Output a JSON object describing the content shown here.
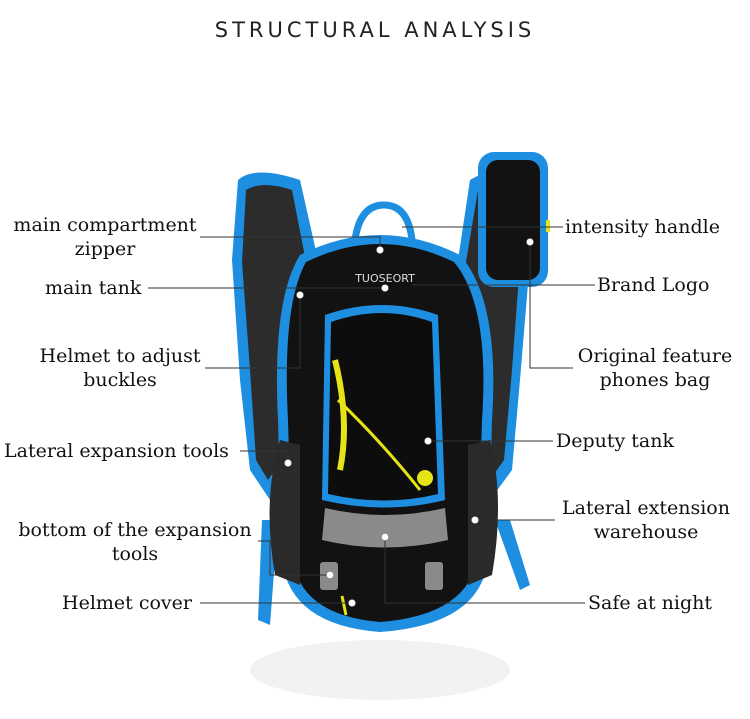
{
  "title": "STRUCTURAL ANALYSIS",
  "labels": {
    "main_compartment_zipper": [
      "main compartment",
      "zipper"
    ],
    "main_tank": "main tank",
    "helmet_buckles": [
      "Helmet to adjust",
      "buckles"
    ],
    "lateral_expansion_tools": "Lateral expansion tools",
    "bottom_expansion_tools": [
      "bottom of the expansion",
      "tools"
    ],
    "helmet_cover": "Helmet cover",
    "intensity_handle": "intensity handle",
    "brand_logo": "Brand Logo",
    "phones_bag": [
      "Original feature",
      "phones bag"
    ],
    "deputy_tank": "Deputy tank",
    "lateral_extension_warehouse": [
      "Lateral extension",
      "warehouse"
    ],
    "safe_at_night": "Safe at night"
  },
  "product": {
    "brand_text": "TUOSEORT",
    "colors": {
      "body": "#121212",
      "trim": "#1e8fe0",
      "accent": "#e6e416",
      "reflective": "#8a8a8a"
    }
  }
}
